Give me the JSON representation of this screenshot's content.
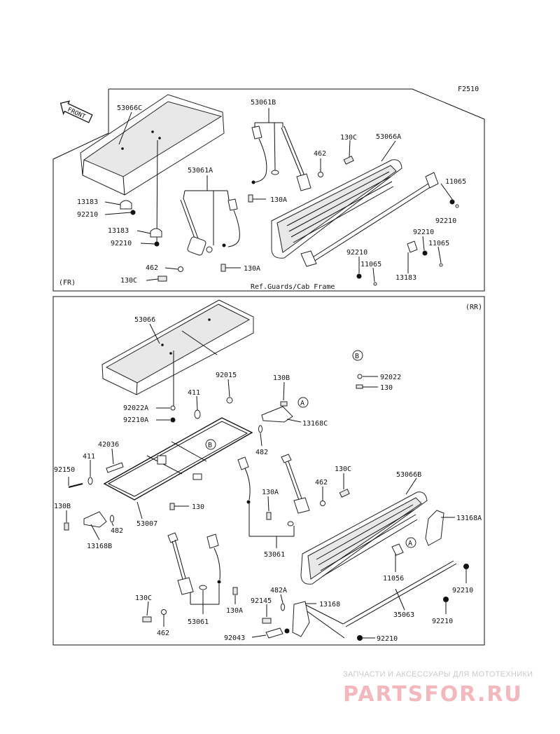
{
  "diagram": {
    "code": "F2510",
    "front_label": "FRONT",
    "section_fr": "(FR)",
    "section_rr": "(RR)",
    "ref_note": "Ref.Guards/Cab Frame",
    "circle_a": "A",
    "circle_b": "B"
  },
  "labels_fr": {
    "p53066C": "53066C",
    "p53061B": "53061B",
    "p130C": "130C",
    "p53066A": "53066A",
    "p462a": "462",
    "p11065a": "11065",
    "p53061A": "53061A",
    "p130Aa": "130A",
    "p92210a": "92210",
    "p13183a": "13183",
    "p92210b": "92210",
    "p13183b": "13183",
    "p92210c": "92210",
    "p92210d": "92210",
    "p11065b": "11065",
    "p92210e": "92210",
    "p11065c": "11065",
    "p462b": "462",
    "p130Ab": "130A",
    "p130Cb": "130C",
    "p13183c": "13183"
  },
  "labels_rr": {
    "p53066": "53066",
    "p92022": "92022",
    "p130": "130",
    "p92015": "92015",
    "p130B": "130B",
    "p411a": "411",
    "p92022A": "92022A",
    "p92210A": "92210A",
    "p13168C": "13168C",
    "p42036": "42036",
    "p411b": "411",
    "p482a": "482",
    "p92150": "92150",
    "p130Cc": "130C",
    "p462c": "462",
    "p130Ac": "130A",
    "p53066B": "53066B",
    "p130Bb": "130B",
    "p130b": "130",
    "p13168A": "13168A",
    "p482b": "482",
    "p53007": "53007",
    "p13168B": "13168B",
    "p53061a": "53061",
    "p11056": "11056",
    "p92210f": "92210",
    "p482A": "482A",
    "p130Cd": "130C",
    "p92145": "92145",
    "p13168": "13168",
    "p35063": "35063",
    "p130Ad": "130A",
    "p53061b": "53061",
    "p92210g": "92210",
    "p462d": "462",
    "p92043": "92043",
    "p92210h": "92210"
  },
  "watermark": {
    "tagline": "ЗАПЧАСТИ И АКСЕССУАРЫ ДЛЯ МОТОТЕХНИКИ",
    "brand": "PARTSFOR.RU",
    "color": "#e8808a"
  }
}
